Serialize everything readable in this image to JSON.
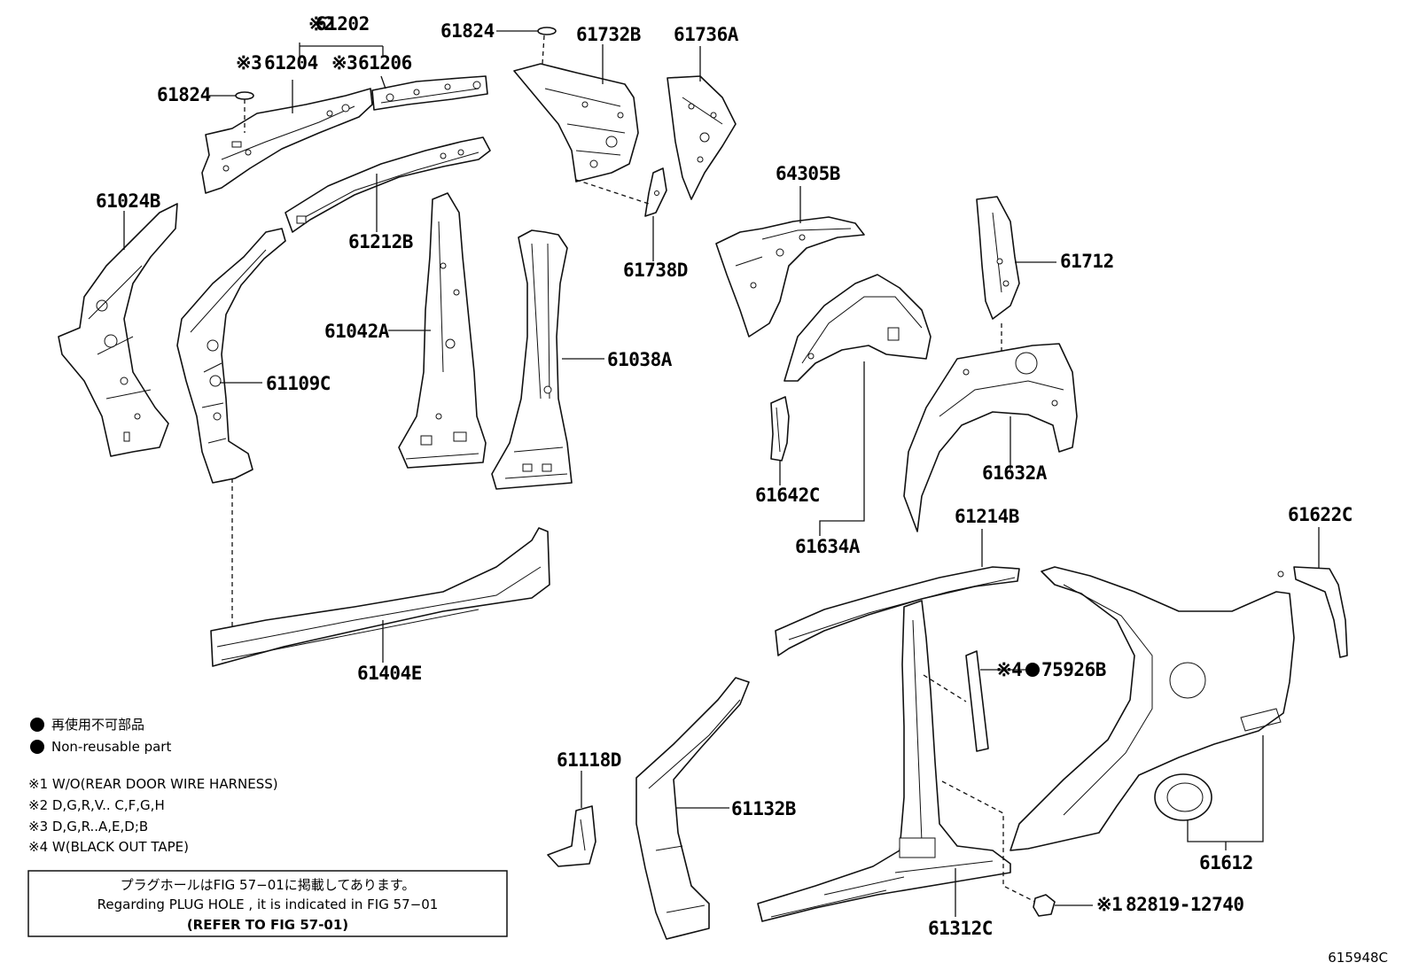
{
  "parts": {
    "p61202": "61202",
    "p61202_mark": "※2",
    "p61204": "61204",
    "p61204_mark": "※3",
    "p61206": "61206",
    "p61206_mark": "※3",
    "p61824_left": "61824",
    "p61824_top": "61824",
    "p61732B": "61732B",
    "p61736A": "61736A",
    "p61024B": "61024B",
    "p61212B": "61212B",
    "p61738D": "61738D",
    "p64305B": "64305B",
    "p61712": "61712",
    "p61042A": "61042A",
    "p61038A": "61038A",
    "p61109C": "61109C",
    "p61642C": "61642C",
    "p61632A": "61632A",
    "p61634A": "61634A",
    "p61214B": "61214B",
    "p61622C": "61622C",
    "p61404E": "61404E",
    "p75926B": "75926B",
    "p75926B_mark": "※4",
    "p61118D": "61118D",
    "p61132B": "61132B",
    "p61612": "61612",
    "p61312C": "61312C",
    "p82819": "82819-12740",
    "p82819_mark": "※1"
  },
  "legend": {
    "nonreusable_jp": "再使用不可部品",
    "nonreusable_en": "Non-reusable part",
    "notes": [
      "※1 W/O(REAR DOOR WIRE HARNESS)",
      "※2 D,G,R,V.. C,F,G,H",
      "※3 D,G,R..A,E,D;B",
      "※4 W(BLACK OUT TAPE)"
    ]
  },
  "reference_box": {
    "line_jp": "プラグホールはFIG 57−01に掲載してあります。",
    "line_en": "Regarding  PLUG  HOLE , it is indicated in FIG  57−01",
    "line_refer": "(REFER TO FIG 57-01)"
  },
  "diagram_id": "615948C"
}
